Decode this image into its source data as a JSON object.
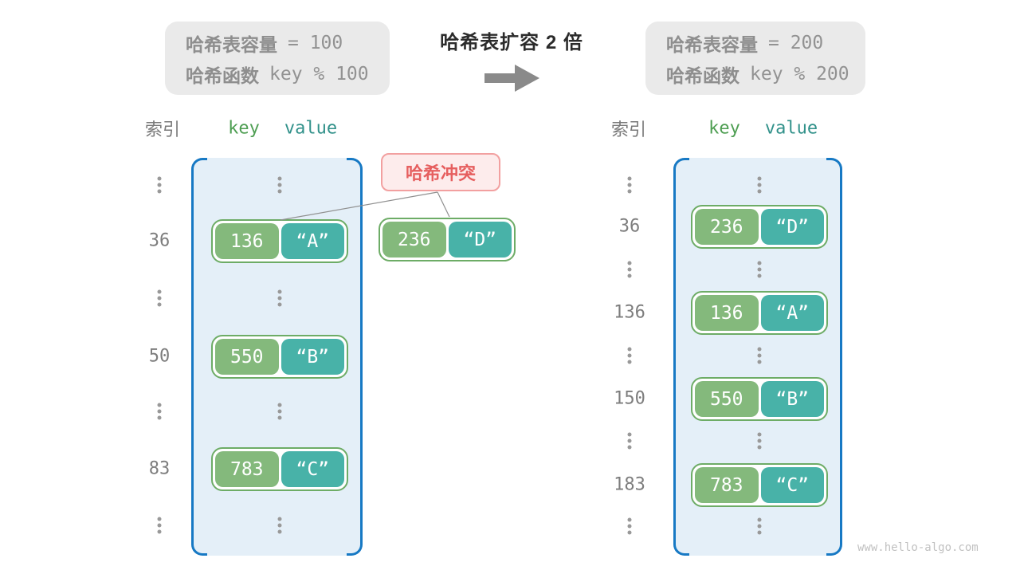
{
  "info_box_left": {
    "capacity_label": "哈希表容量",
    "capacity_value": "= 100",
    "hash_fn_label": "哈希函数",
    "hash_fn_value": "key % 100"
  },
  "info_box_right": {
    "capacity_label": "哈希表容量",
    "capacity_value": "= 200",
    "hash_fn_label": "哈希函数",
    "hash_fn_value": "key % 200"
  },
  "transition": {
    "title": "哈希表扩容 2 倍",
    "arrow_icon": "arrow-right"
  },
  "collision": {
    "label": "哈希冲突",
    "pair": {
      "key": "236",
      "value": "“D”"
    }
  },
  "table_left": {
    "headers": {
      "index": "索引",
      "key": "key",
      "value": "value"
    },
    "entries": [
      {
        "index": "36",
        "key": "136",
        "value": "“A”"
      },
      {
        "index": "50",
        "key": "550",
        "value": "“B”"
      },
      {
        "index": "83",
        "key": "783",
        "value": "“C”"
      }
    ]
  },
  "table_right": {
    "headers": {
      "index": "索引",
      "key": "key",
      "value": "value"
    },
    "entries": [
      {
        "index": "36",
        "key": "236",
        "value": "“D”"
      },
      {
        "index": "136",
        "key": "136",
        "value": "“A”"
      },
      {
        "index": "150",
        "key": "550",
        "value": "“B”"
      },
      {
        "index": "183",
        "key": "783",
        "value": "“C”"
      }
    ]
  },
  "watermark": "www.hello-algo.com",
  "colors": {
    "table_border": "#1779c4",
    "table_fill": "#e4eff8",
    "pair_border": "#6dac66",
    "key_fill": "#84b97c",
    "value_fill": "#48b2a8",
    "key_header": "#4e9e52",
    "value_header": "#31918a",
    "collision_text": "#e65f5f",
    "collision_bg": "#fdecec",
    "collision_border": "#f2a0a0",
    "info_box_bg": "#eaeaea",
    "arrow": "#8a8a8a"
  }
}
